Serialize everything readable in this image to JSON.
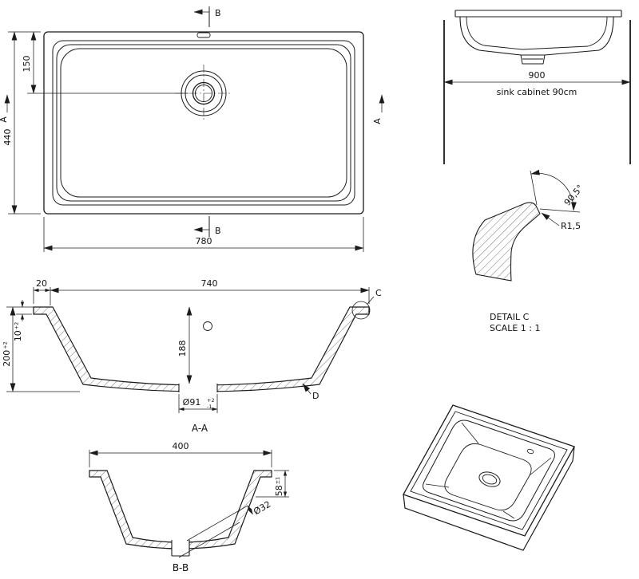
{
  "plan": {
    "dim_width": "780",
    "dim_height": "440",
    "dim_drain_offset": "150",
    "marker_a": "A",
    "marker_b": "B"
  },
  "cabinet": {
    "dim_width": "900",
    "caption": "sink cabinet 90cm"
  },
  "section_aa": {
    "title": "A-A",
    "dim_inner_width": "740",
    "dim_flange": "20",
    "dim_lip": "10",
    "dim_lip_tol": "+2",
    "dim_height": "200",
    "dim_height_tol": "+2",
    "dim_depth": "188",
    "dim_drain": "Ø91",
    "dim_drain_tol_up": "+2",
    "dim_drain_tol_dn": "-1",
    "marker_c": "C",
    "marker_d": "D"
  },
  "detail_c": {
    "title": "DETAIL C",
    "scale": "SCALE 1 : 1",
    "dim_angle": "90,5°",
    "dim_radius": "R1,5"
  },
  "section_bb": {
    "title": "B-B",
    "dim_width": "400",
    "dim_depth": "58",
    "dim_depth_tol": "±1",
    "dim_drain": "Ø32"
  }
}
